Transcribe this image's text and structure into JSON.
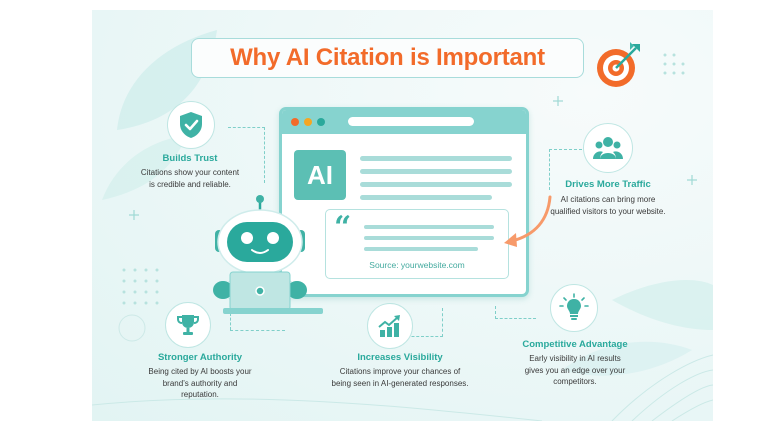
{
  "title": "Why AI Citation is Important",
  "colors": {
    "accent_orange": "#f26b2a",
    "teal_primary": "#2aa99c",
    "teal_light": "#86d3cf",
    "background": "#e8f6f5"
  },
  "browser": {
    "window_dots": [
      "#f26b2a",
      "#f5a623",
      "#2aa99c"
    ],
    "logo_text": "AI",
    "quote_glyph": "“",
    "source_text": "Source: yourwebsite.com"
  },
  "features": [
    {
      "id": "builds-trust",
      "icon": "shield-check-icon",
      "title": "Builds Trust",
      "description": "Citations show your content is credible and reliable."
    },
    {
      "id": "drives-traffic",
      "icon": "users-group-icon",
      "title": "Drives More Traffic",
      "description": "AI citations can bring more qualified visitors to your website."
    },
    {
      "id": "stronger-authority",
      "icon": "trophy-icon",
      "title": "Stronger Authority",
      "description": "Being cited by AI boosts your brand’s authority and reputation."
    },
    {
      "id": "increases-visibility",
      "icon": "growth-chart-icon",
      "title": "Increases Visibility",
      "description": "Citations improve your chances of being seen in AI-generated responses."
    },
    {
      "id": "competitive-advantage",
      "icon": "lightbulb-icon",
      "title": "Competitive Advantage",
      "description": "Early visibility in AI results gives you an edge over your competitors."
    }
  ],
  "decorations": {
    "target_icon": "target-with-arrow-icon",
    "robot": "robot-with-laptop-illustration"
  }
}
